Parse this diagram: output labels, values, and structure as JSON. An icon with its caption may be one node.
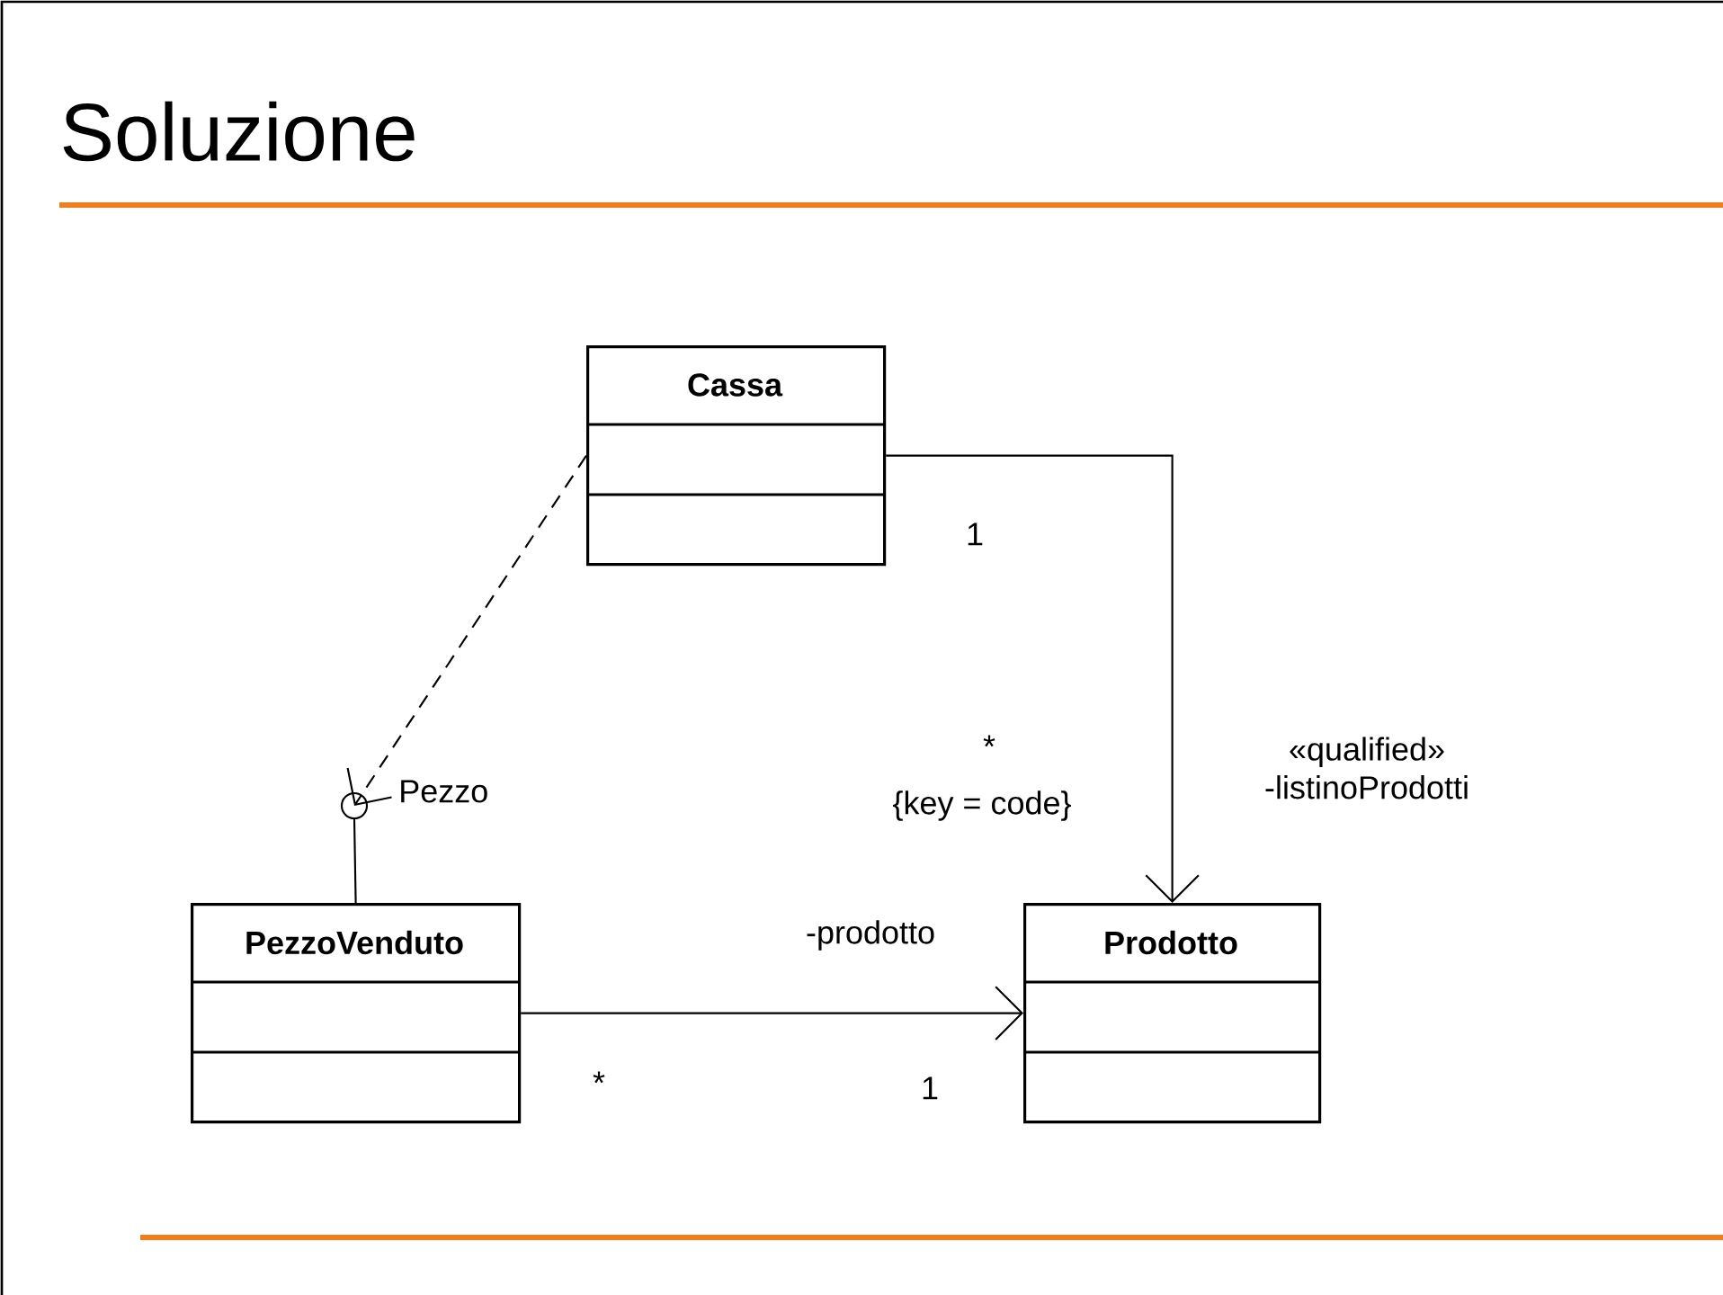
{
  "diagram": {
    "title": "Soluzione",
    "nodes": [
      {
        "text": [
          "Cassa"
        ]
      },
      {
        "text": [],
        "shape": "circle",
        "beside": [
          "Pezzo"
        ]
      },
      {
        "text": [
          "PezzoVenduto"
        ]
      },
      {
        "text": [
          "Prodotto"
        ]
      }
    ],
    "edges": [
      {
        "from": 0,
        "to": 1,
        "arrow": "to",
        "style": "dashed"
      },
      {
        "from": 2,
        "to": 1,
        "arrow": "none"
      },
      {
        "from": 0,
        "to": 3,
        "arrow": "to",
        "label": "«qualified» -listinoProdotti"
      },
      {
        "from": 2,
        "to": 3,
        "arrow": "to",
        "label": "-prodotto"
      }
    ],
    "labels": [
      "1",
      "*",
      "{key = code}",
      "*",
      "1"
    ]
  }
}
